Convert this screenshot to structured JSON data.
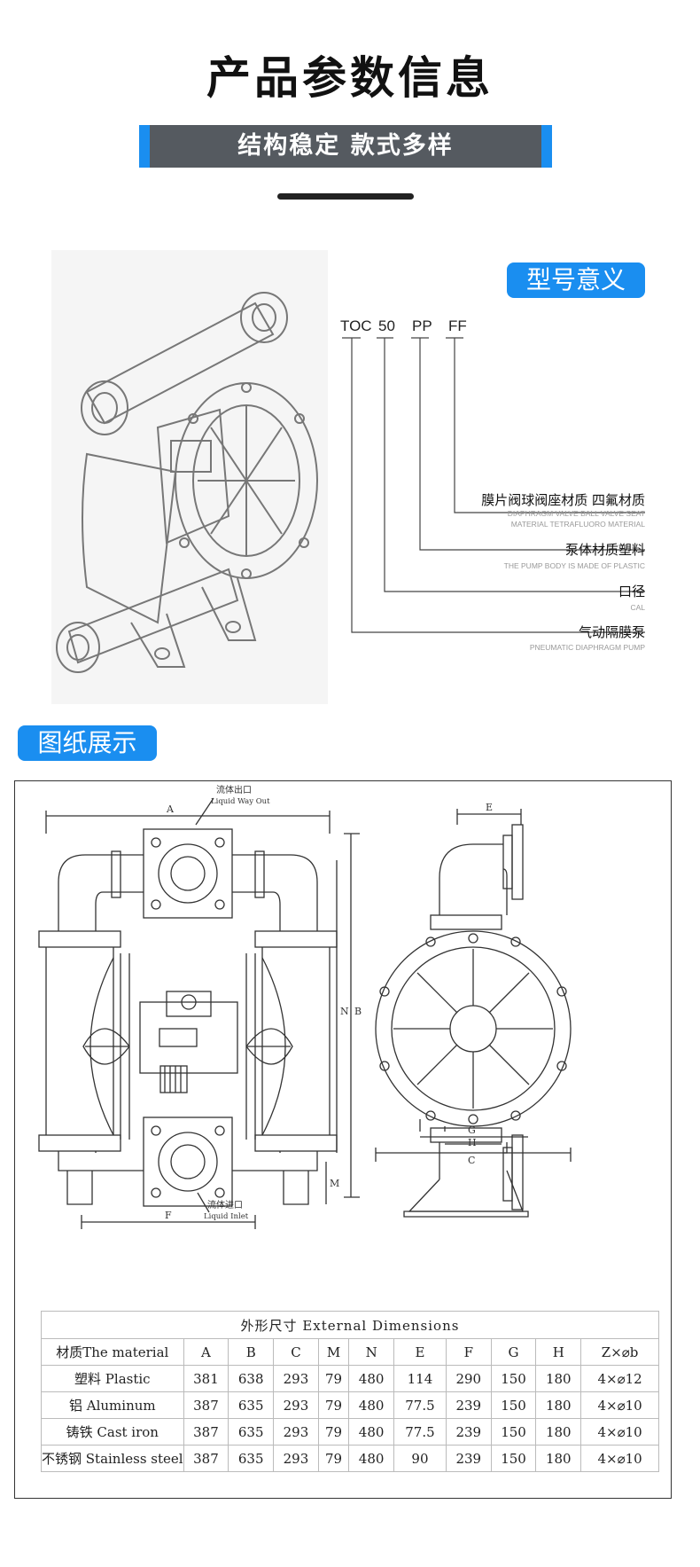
{
  "header": {
    "title": "产品参数信息",
    "subtitle": "结构稳定 款式多样"
  },
  "model_section": {
    "tag": "型号意义",
    "codes": [
      "TOC",
      "50",
      "PP",
      "FF"
    ],
    "labels": [
      {
        "cn": "膜片阀球阀座材质 四氟材质",
        "en": [
          "DIAPHRAGM VALVE BALL VALVE SEAT",
          "MATERIAL TETRAFLUORO MATERIAL"
        ]
      },
      {
        "cn": "泵体材质塑料",
        "en": [
          "THE PUMP BODY IS MADE OF PLASTIC"
        ]
      },
      {
        "cn": "口径",
        "en": [
          "CAL"
        ]
      },
      {
        "cn": "气动隔膜泵",
        "en": [
          "PNEUMATIC DIAPHRAGM PUMP"
        ]
      }
    ]
  },
  "drawing_section": {
    "tag": "图纸展示",
    "outlet_cn": "流体出口",
    "outlet_en": "Liquid Way Out",
    "inlet_cn": "流体进口",
    "inlet_en": "Liquid Inlet",
    "dims": {
      "A": "A",
      "B": "B",
      "N": "N",
      "M": "M",
      "F": "F",
      "E": "E",
      "G": "G",
      "H": "H",
      "C": "C"
    }
  },
  "spec_table": {
    "caption": "外形尺寸  External Dimensions",
    "headers": [
      "材质The material",
      "A",
      "B",
      "C",
      "M",
      "N",
      "E",
      "F",
      "G",
      "H",
      "Z×⌀b"
    ],
    "rows": [
      [
        "塑料 Plastic",
        "381",
        "638",
        "293",
        "79",
        "480",
        "114",
        "290",
        "150",
        "180",
        "4×⌀12"
      ],
      [
        "铝 Aluminum",
        "387",
        "635",
        "293",
        "79",
        "480",
        "77.5",
        "239",
        "150",
        "180",
        "4×⌀10"
      ],
      [
        "铸铁 Cast iron",
        "387",
        "635",
        "293",
        "79",
        "480",
        "77.5",
        "239",
        "150",
        "180",
        "4×⌀10"
      ],
      [
        "不锈钢 Stainless steel",
        "387",
        "635",
        "293",
        "79",
        "480",
        "90",
        "239",
        "150",
        "180",
        "4×⌀10"
      ]
    ]
  },
  "colors": {
    "accent": "#1a8ef0",
    "bar": "#555a60"
  }
}
